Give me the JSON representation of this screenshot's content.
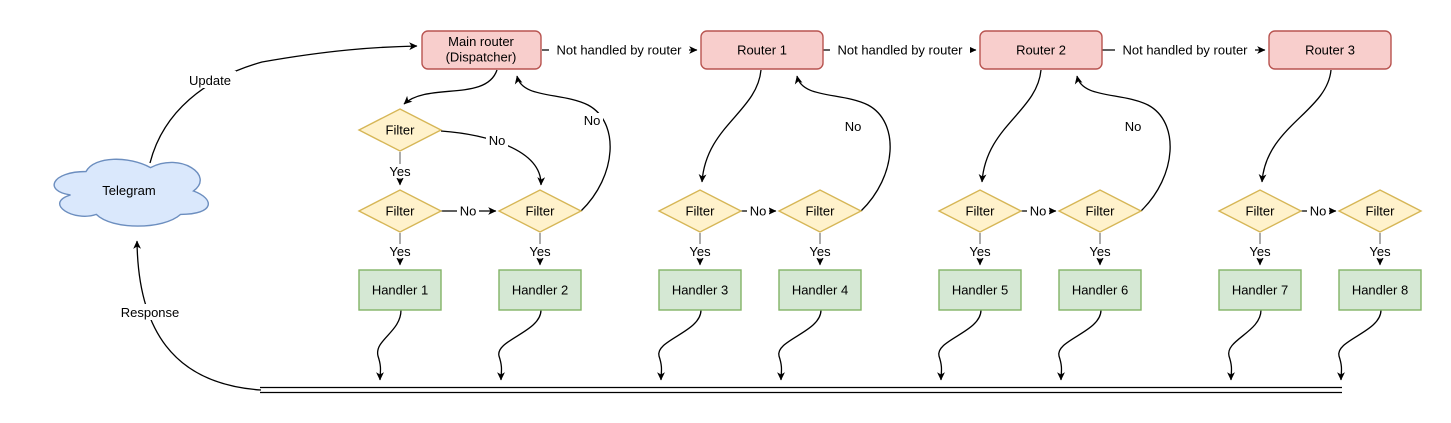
{
  "diagram": {
    "cloud_label": "Telegram",
    "main_router_line1": "Main router",
    "main_router_line2": "(Dispatcher)",
    "routers": [
      "Router 1",
      "Router 2",
      "Router 3"
    ],
    "handlers": [
      "Handler 1",
      "Handler 2",
      "Handler 3",
      "Handler 4",
      "Handler 5",
      "Handler 6",
      "Handler 7",
      "Handler 8"
    ],
    "labels": {
      "filter": "Filter",
      "yes": "Yes",
      "no": "No",
      "update": "Update",
      "response": "Response",
      "not_handled": "Not handled by router"
    },
    "colors": {
      "router_fill": "#f8cecc",
      "router_stroke": "#b85450",
      "filter_fill": "#fff2cc",
      "filter_stroke": "#d6b656",
      "handler_fill": "#d5e8d4",
      "handler_stroke": "#82b366",
      "cloud_fill": "#dae8fc",
      "cloud_stroke": "#6c8ebf",
      "edge": "#000000"
    }
  }
}
